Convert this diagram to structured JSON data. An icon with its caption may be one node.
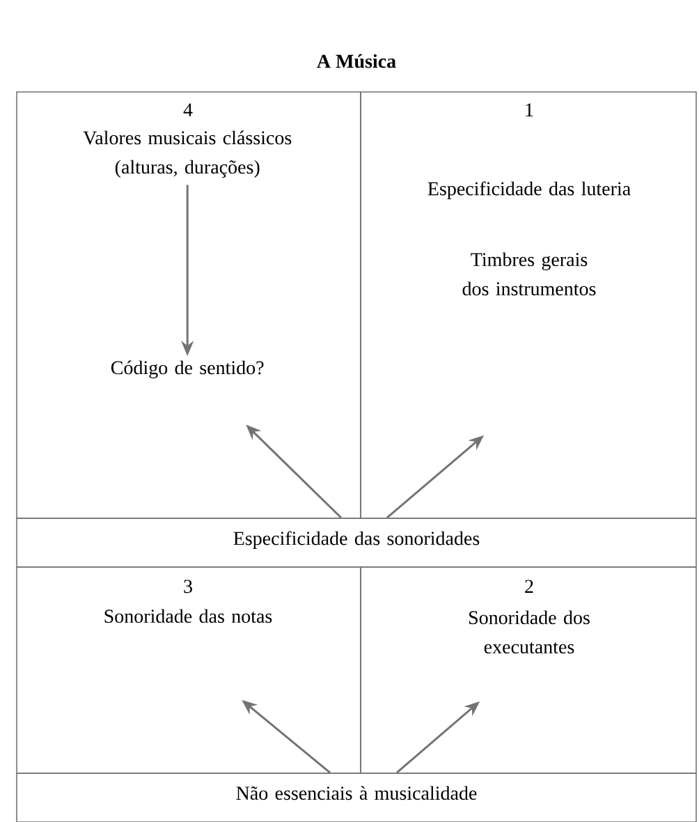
{
  "diagram": {
    "title": "A Música",
    "nodes": [
      {
        "text": [
          "4"
        ]
      },
      {
        "text": [
          "Valores musicais clássicos (alturas, durações)"
        ],
        "in": 0
      },
      {
        "text": [
          "Código de sentido?"
        ],
        "in": 0
      },
      {
        "text": [
          "1",
          "Especificidade das luteria",
          "Timbres gerais dos instrumentos"
        ]
      },
      {
        "text": [
          "Especificidade das sonoridades"
        ]
      },
      {
        "text": [
          "3",
          "Sonoridade das notas"
        ]
      },
      {
        "text": [
          "2",
          "Sonoridade dos executantes"
        ]
      },
      {
        "text": [
          "Não essenciais à musicalidade"
        ]
      }
    ],
    "edges": [
      {
        "from": 1,
        "to": 2,
        "arrow": "to"
      },
      {
        "from": 4,
        "to": 2,
        "arrow": "to"
      },
      {
        "from": 4,
        "to": 3,
        "arrow": "to"
      },
      {
        "from": 7,
        "to": 5,
        "arrow": "to"
      },
      {
        "from": 7,
        "to": 6,
        "arrow": "to"
      }
    ]
  }
}
